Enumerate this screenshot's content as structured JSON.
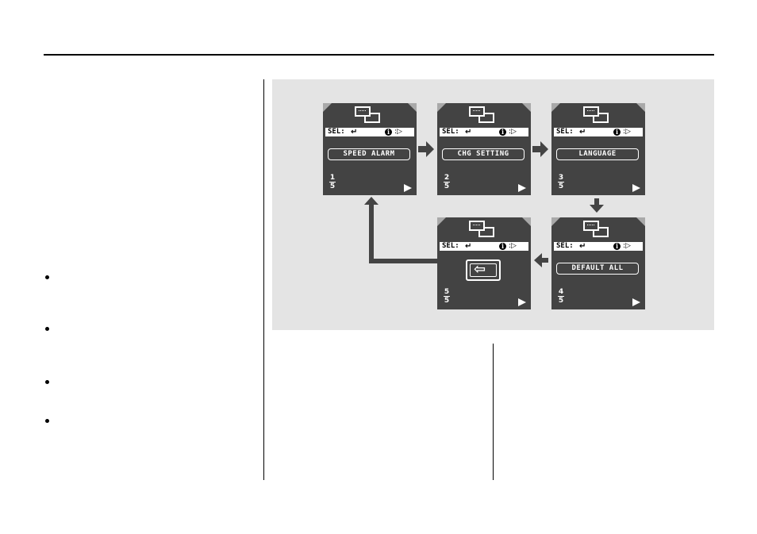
{
  "screens": [
    {
      "label": "SPEED ALARM",
      "page_num": "1",
      "page_den": "5"
    },
    {
      "label": "CHG SETTING",
      "page_num": "2",
      "page_den": "5"
    },
    {
      "label": "LANGUAGE",
      "page_num": "3",
      "page_den": "5"
    },
    {
      "label": "DEFAULT ALL",
      "page_num": "4",
      "page_den": "5"
    },
    {
      "label": "",
      "page_num": "5",
      "page_den": "5"
    }
  ],
  "sel_text": "SEL:",
  "info_text": "i",
  "colors": {
    "screen_bg": "#434343",
    "panel_bg": "#e4e4e4",
    "arrow": "#444444"
  },
  "icons": [
    "windows-icon",
    "enter-icon",
    "info-icon",
    "play-icon",
    "back-icon",
    "next-page-icon"
  ]
}
